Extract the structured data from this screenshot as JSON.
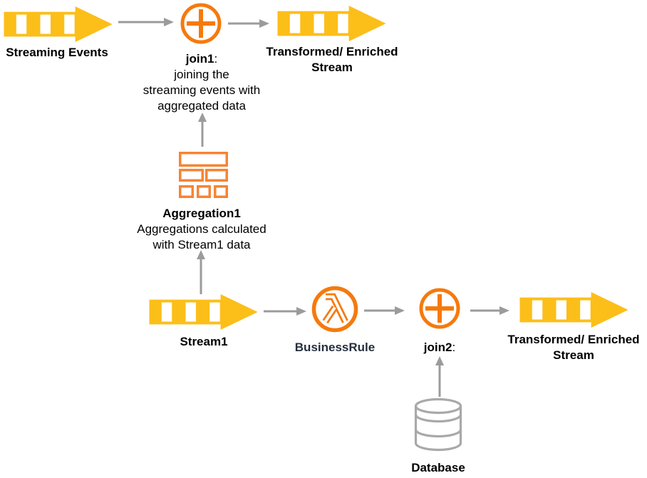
{
  "colors": {
    "stream_yellow": "#FCBE19",
    "icon_orange": "#F57A0D",
    "brick_orange": "#F58534",
    "arrow_gray": "#9B9B9B",
    "database_gray": "#A9A9A9",
    "businessrule_text_navy": "#252F3E",
    "label_black": "#000000",
    "background": "#FFFFFF"
  },
  "nodes": {
    "streaming_events": {
      "label": "Streaming Events"
    },
    "join1": {
      "name": "join1",
      "suffix": ":",
      "desc": [
        "joining the",
        "streaming events with",
        "aggregated data"
      ]
    },
    "transformed_top": {
      "line1": "Transformed/ Enriched",
      "line2": "Stream"
    },
    "aggregation1": {
      "label": "Aggregation1",
      "desc": [
        "Aggregations calculated",
        "with Stream1 data"
      ]
    },
    "stream1": {
      "label": "Stream1"
    },
    "business_rule": {
      "label": "BusinessRule"
    },
    "join2": {
      "name": "join2",
      "suffix": ":"
    },
    "transformed_bottom": {
      "line1": "Transformed/ Enriched",
      "line2": "Stream"
    },
    "database": {
      "label": "Database"
    }
  }
}
